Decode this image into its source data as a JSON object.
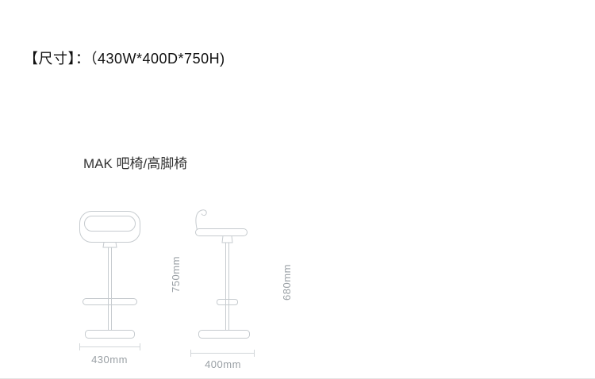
{
  "header": {
    "size_label": "【尺寸】：（430W*400D*750H)"
  },
  "product": {
    "title": "MAK 吧椅/高脚椅"
  },
  "diagram": {
    "front_view": {
      "name": "bar stool front view",
      "width_label": "430mm",
      "height_label": "750mm"
    },
    "side_view": {
      "name": "bar stool side view",
      "width_label": "400mm",
      "height_label": "680mm"
    }
  },
  "colors": {
    "line_art": "#c6cbcf",
    "dimension_line": "#d2d6d9",
    "dimension_text": "#9aa0a5",
    "heading_text": "#111111",
    "title_text": "#333333",
    "divider": "#e4e4e4"
  }
}
